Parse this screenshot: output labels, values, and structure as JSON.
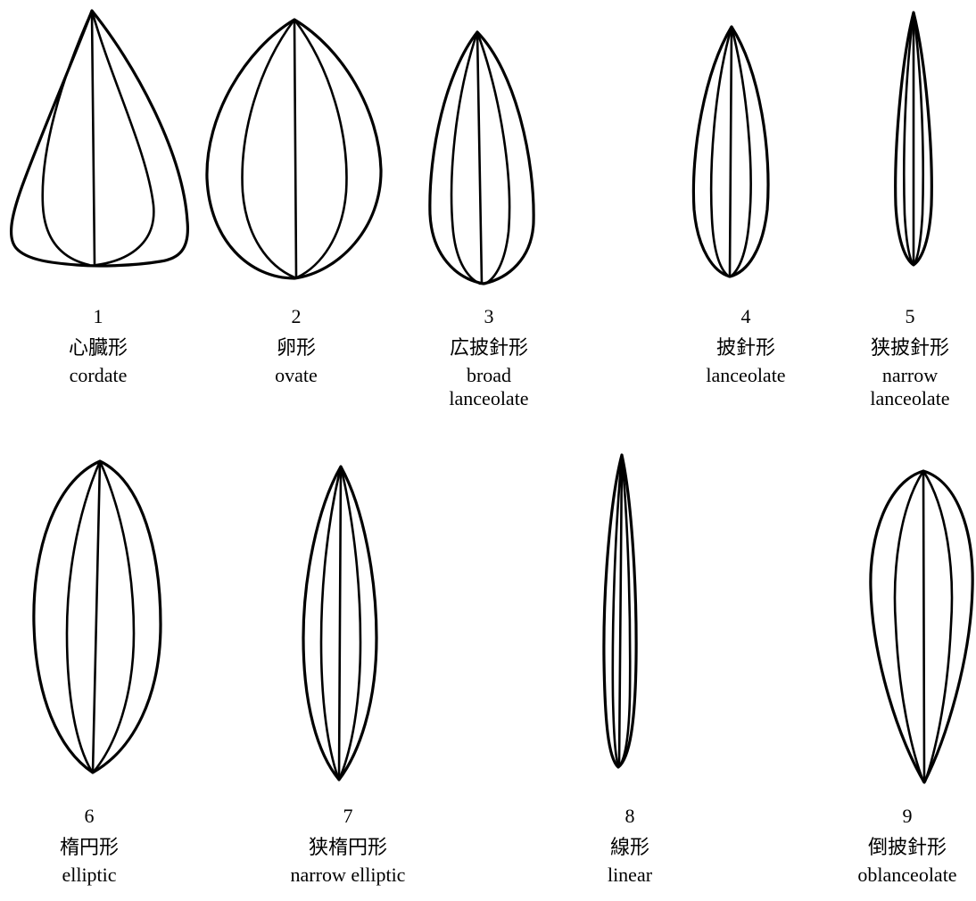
{
  "shapes": [
    {
      "number": "1",
      "name_ja": "心臓形",
      "name_en": "cordate"
    },
    {
      "number": "2",
      "name_ja": "卵形",
      "name_en": "ovate"
    },
    {
      "number": "3",
      "name_ja": "広披針形",
      "name_en": "broad lanceolate"
    },
    {
      "number": "4",
      "name_ja": "披針形",
      "name_en": "lanceolate"
    },
    {
      "number": "5",
      "name_ja": "狭披針形",
      "name_en": "narrow lanceolate"
    },
    {
      "number": "6",
      "name_ja": "楕円形",
      "name_en": "elliptic"
    },
    {
      "number": "7",
      "name_ja": "狭楕円形",
      "name_en": "narrow elliptic"
    },
    {
      "number": "8",
      "name_ja": "線形",
      "name_en": "linear"
    },
    {
      "number": "9",
      "name_ja": "倒披針形",
      "name_en": "oblanceolate"
    }
  ]
}
